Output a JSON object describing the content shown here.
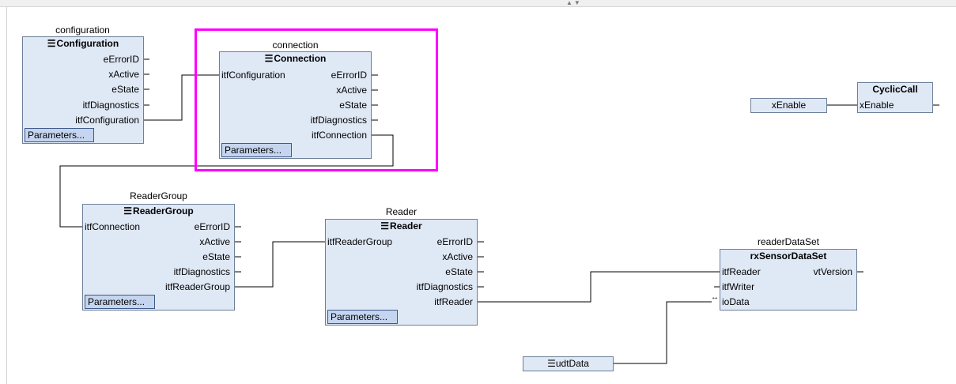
{
  "colors": {
    "block_fill": "#dfe8f5",
    "block_border": "#6e7f99",
    "selection": "#ff00ff",
    "wire": "#000000"
  },
  "blocks": {
    "configuration": {
      "instance": "configuration",
      "type": "Configuration",
      "inputs": [],
      "outputs": [
        "eErrorID",
        "xActive",
        "eState",
        "itfDiagnostics",
        "itfConfiguration"
      ],
      "params": "Parameters..."
    },
    "connection": {
      "instance": "connection",
      "type": "Connection",
      "inputs": [
        "itfConfiguration"
      ],
      "outputs": [
        "eErrorID",
        "xActive",
        "eState",
        "itfDiagnostics",
        "itfConnection"
      ],
      "params": "Parameters..."
    },
    "cycliccall": {
      "type": "CyclicCall",
      "inputs": [
        "xEnable"
      ]
    },
    "readergroup": {
      "instance": "ReaderGroup",
      "type": "ReaderGroup",
      "inputs": [
        "itfConnection"
      ],
      "outputs": [
        "eErrorID",
        "xActive",
        "eState",
        "itfDiagnostics",
        "itfReaderGroup"
      ],
      "params": "Parameters..."
    },
    "reader": {
      "instance": "Reader",
      "type": "Reader",
      "inputs": [
        "itfReaderGroup"
      ],
      "outputs": [
        "eErrorID",
        "xActive",
        "eState",
        "itfDiagnostics",
        "itfReader"
      ],
      "params": "Parameters..."
    },
    "readerdataset": {
      "instance": "readerDataSet",
      "type": "rxSensorDataSet",
      "inputs": [
        "itfReader",
        "itfWriter",
        "ioData"
      ],
      "outputs": [
        "vtVersion"
      ]
    }
  },
  "variables": {
    "xenable": "xEnable",
    "udtdata": "udtData"
  },
  "glyphs": {
    "menu": "☰",
    "inout_arrow": "↔"
  }
}
